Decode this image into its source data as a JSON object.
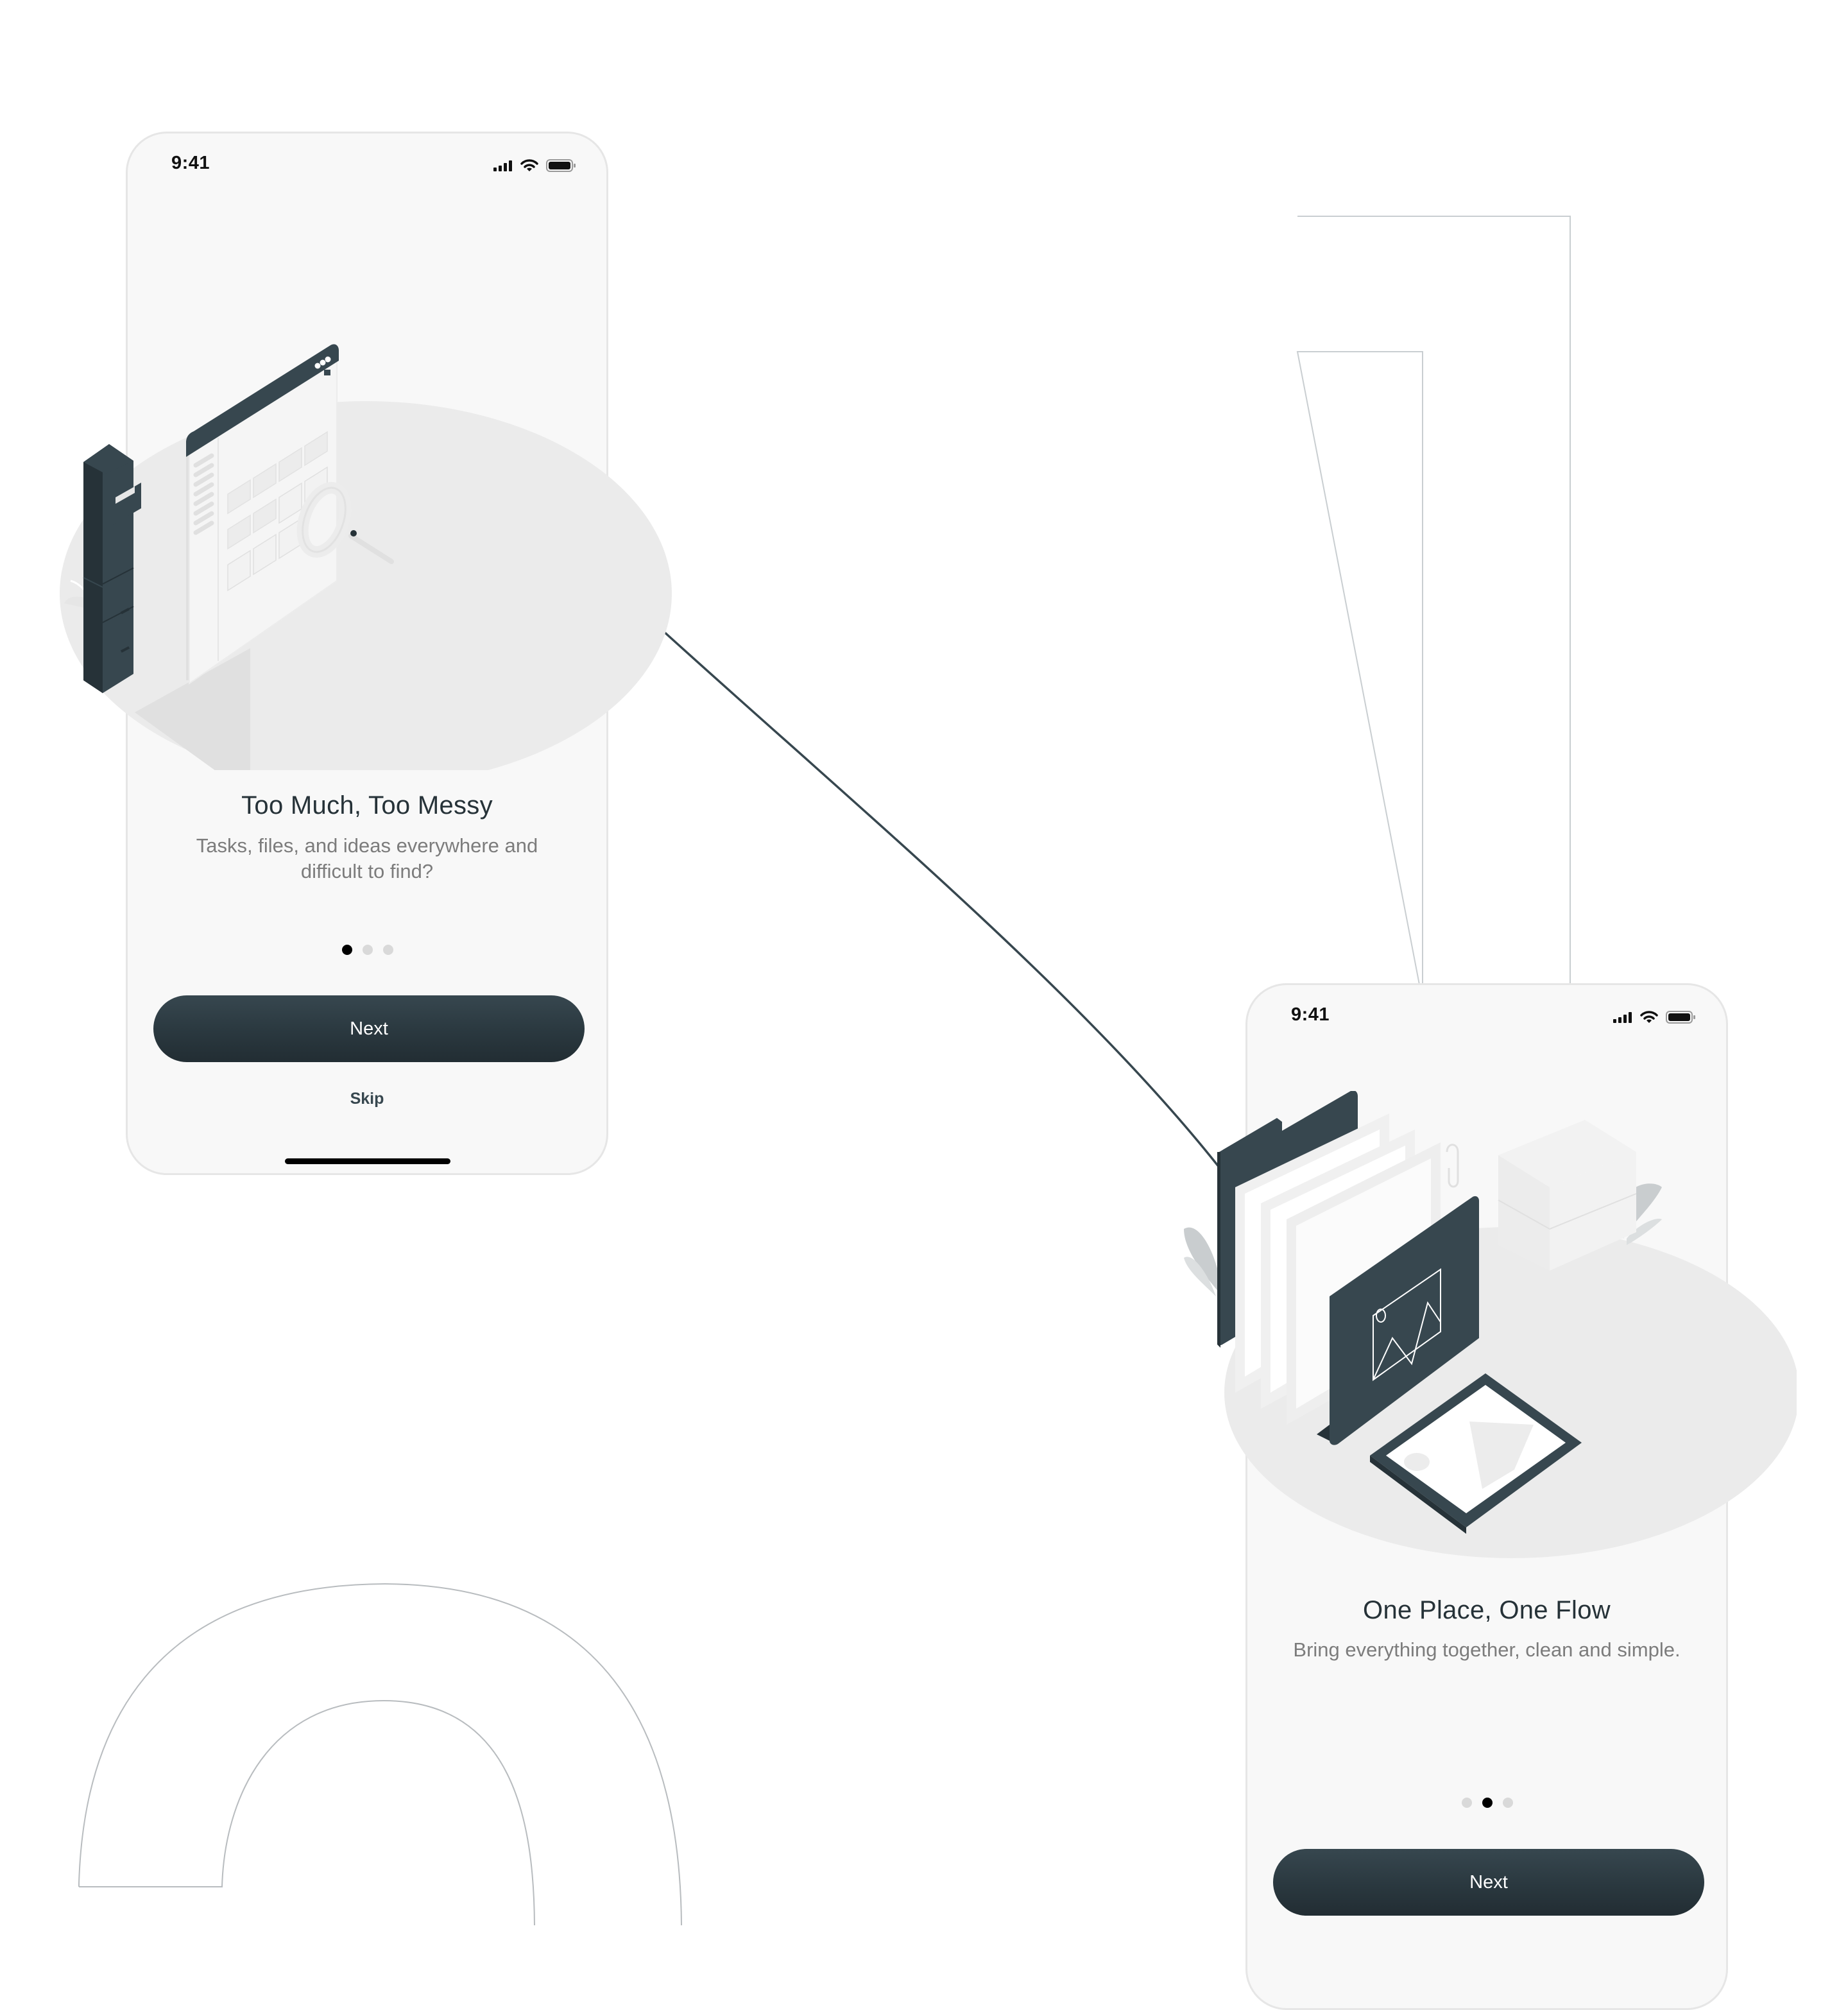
{
  "canvas": {
    "background": "#ffffff"
  },
  "colors": {
    "primary_dark": "#263238",
    "primary": "#37474f",
    "screen_bg": "#f8f8f8",
    "subtitle_text": "#7c7c7c",
    "dot_inactive": "#d9d9d9",
    "dot_active": "#000000",
    "connector": "#37474f"
  },
  "decorations": {
    "numeral_one": "1",
    "numeral_two": "2"
  },
  "screens": [
    {
      "id": "onboarding-1",
      "status_bar": {
        "time": "9:41",
        "icons": [
          "signal-icon",
          "wifi-icon",
          "battery-icon"
        ]
      },
      "illustration": "filing-cabinet-browser-magnifier",
      "title": "Too Much, Too Messy",
      "subtitle": "Tasks, files, and ideas everywhere and difficult to find?",
      "pagination": {
        "total": 3,
        "active": 0
      },
      "primary_button": "Next",
      "secondary_link": "Skip"
    },
    {
      "id": "onboarding-2",
      "status_bar": {
        "time": "9:41",
        "icons": [
          "signal-icon",
          "wifi-icon",
          "battery-icon"
        ]
      },
      "illustration": "folders-photos-boxes",
      "title": "One Place, One Flow",
      "subtitle": "Bring everything together, clean and simple.",
      "pagination": {
        "total": 3,
        "active": 1
      },
      "primary_button": "Next"
    }
  ]
}
